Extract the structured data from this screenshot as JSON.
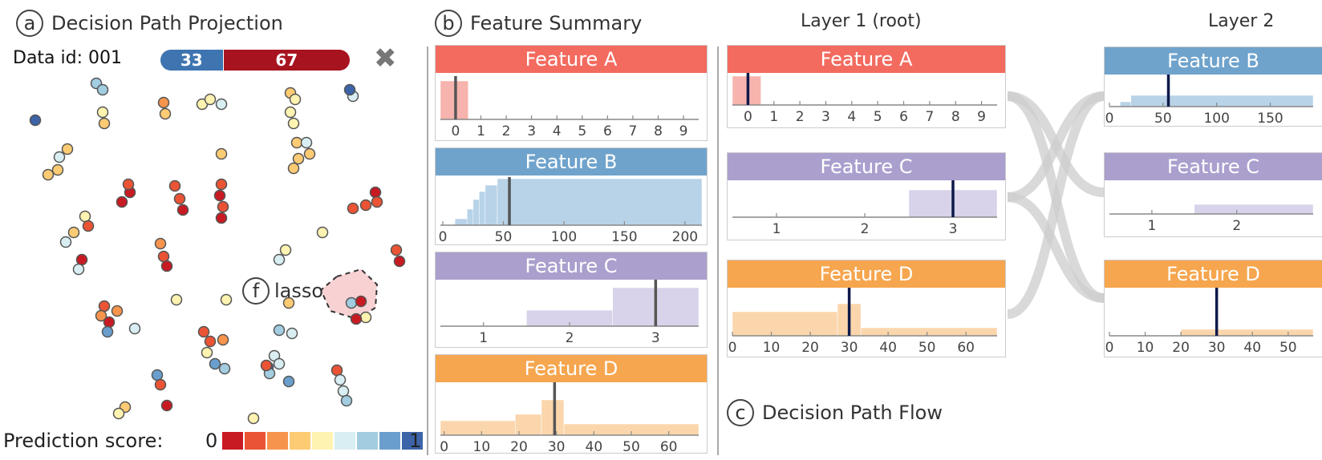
{
  "colors": {
    "feature_a": "#f36b5f",
    "feature_a_fill": "#f7b3ad",
    "feature_b": "#6fa3cc",
    "feature_b_fill": "#b8d3e8",
    "feature_c": "#ab9fce",
    "feature_c_fill": "#d8d3ea",
    "feature_d": "#f6a64f",
    "feature_d_fill": "#fbd6ac",
    "marker": "#555555",
    "marker_dark": "#0e1a4a",
    "link": "#cccccc"
  },
  "panel_a": {
    "letter": "a",
    "title": "Decision Path Projection",
    "data_id_label": "Data id: 001",
    "score_low": "33",
    "score_high": "67",
    "close_icon": "close-icon",
    "lasso_letter": "f",
    "lasso_label": "lasso",
    "legend_label": "Prediction score:",
    "legend_min": "0",
    "legend_max": "1",
    "legend_colors": [
      "#c81a22",
      "#ea5435",
      "#f6944d",
      "#fdcb73",
      "#fef3b0",
      "#d9eef2",
      "#a2cde0",
      "#6a9fcd",
      "#3d64a8"
    ]
  },
  "panel_b": {
    "letter": "b",
    "title": "Feature Summary"
  },
  "panel_c": {
    "letter": "c",
    "title": "Decision Path Flow"
  },
  "layers": {
    "layer1": "Layer 1 (root)",
    "layer2": "Layer 2"
  },
  "features": {
    "a": {
      "name": "Feature A",
      "ticks": [
        "0",
        "1",
        "2",
        "3",
        "4",
        "5",
        "6",
        "7",
        "8",
        "9"
      ]
    },
    "b": {
      "name": "Feature B",
      "ticks": [
        "0",
        "50",
        "100",
        "150",
        "200"
      ]
    },
    "c": {
      "name": "Feature C",
      "ticks": [
        "1",
        "2",
        "3"
      ]
    },
    "d": {
      "name": "Feature D",
      "ticks": [
        "0",
        "10",
        "20",
        "30",
        "40",
        "50",
        "60"
      ]
    }
  },
  "layer2_ticks": {
    "b": [
      "0",
      "50",
      "100",
      "150"
    ],
    "c": [
      "1",
      "2"
    ],
    "d": [
      "0",
      "10",
      "20",
      "30",
      "40",
      "50"
    ]
  }
}
